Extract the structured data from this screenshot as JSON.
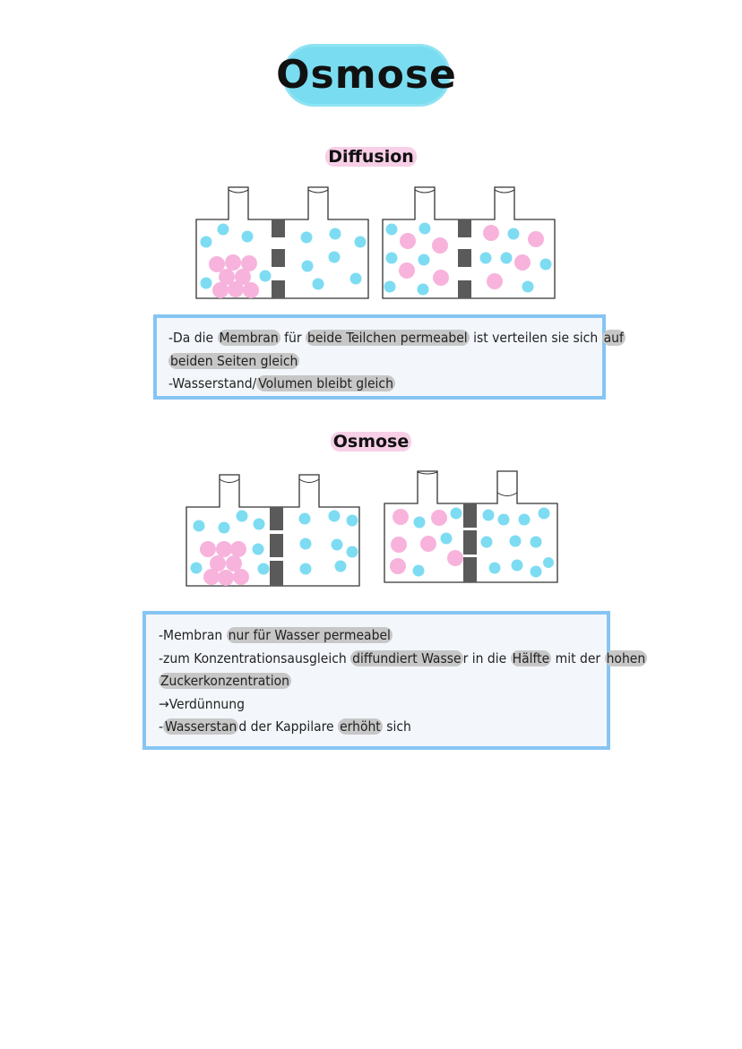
{
  "title": "Osmose",
  "sections": {
    "diffusion": {
      "heading": "Diffusion",
      "notes": {
        "l1a": "-Da die ",
        "l1b": "Membran",
        "l1c": " für ",
        "l1d": "beide Teilchen permeabel",
        "l1e": " ist verteilen sie sich ",
        "l1f": "auf",
        "l2a": "beiden Seiten gleich",
        "l3a": "-Wasserstand/",
        "l3b": "Volumen bleibt gleich"
      }
    },
    "osmose": {
      "heading": "Osmose",
      "notes": {
        "l1a": "-Membran ",
        "l1b": "nur für Wasser permeabel",
        "l2a": "-zum Konzentrationsausgleich ",
        "l2b": "diffundiert Wasse",
        "l2c": "r in die ",
        "l2d": "Hälfte",
        "l2e": " mit der ",
        "l2f": "hohen",
        "l3a": "Zuckerkonzentration",
        "l4a": "→Verdünnung",
        "l5a": "-",
        "l5b": "Wasserstan",
        "l5c": "d der Kappilare ",
        "l5d": "erhöht",
        "l5e": " sich"
      }
    }
  },
  "colors": {
    "water_particle": "#7ddcf2",
    "sugar_particle": "#f7b3dc",
    "membrane": "#5a5a5a",
    "title_highlight": "#7adcf0",
    "heading_highlight": "#f7cfe6",
    "note_border": "#86c5f3",
    "text_highlight": "#c7c7c7"
  }
}
